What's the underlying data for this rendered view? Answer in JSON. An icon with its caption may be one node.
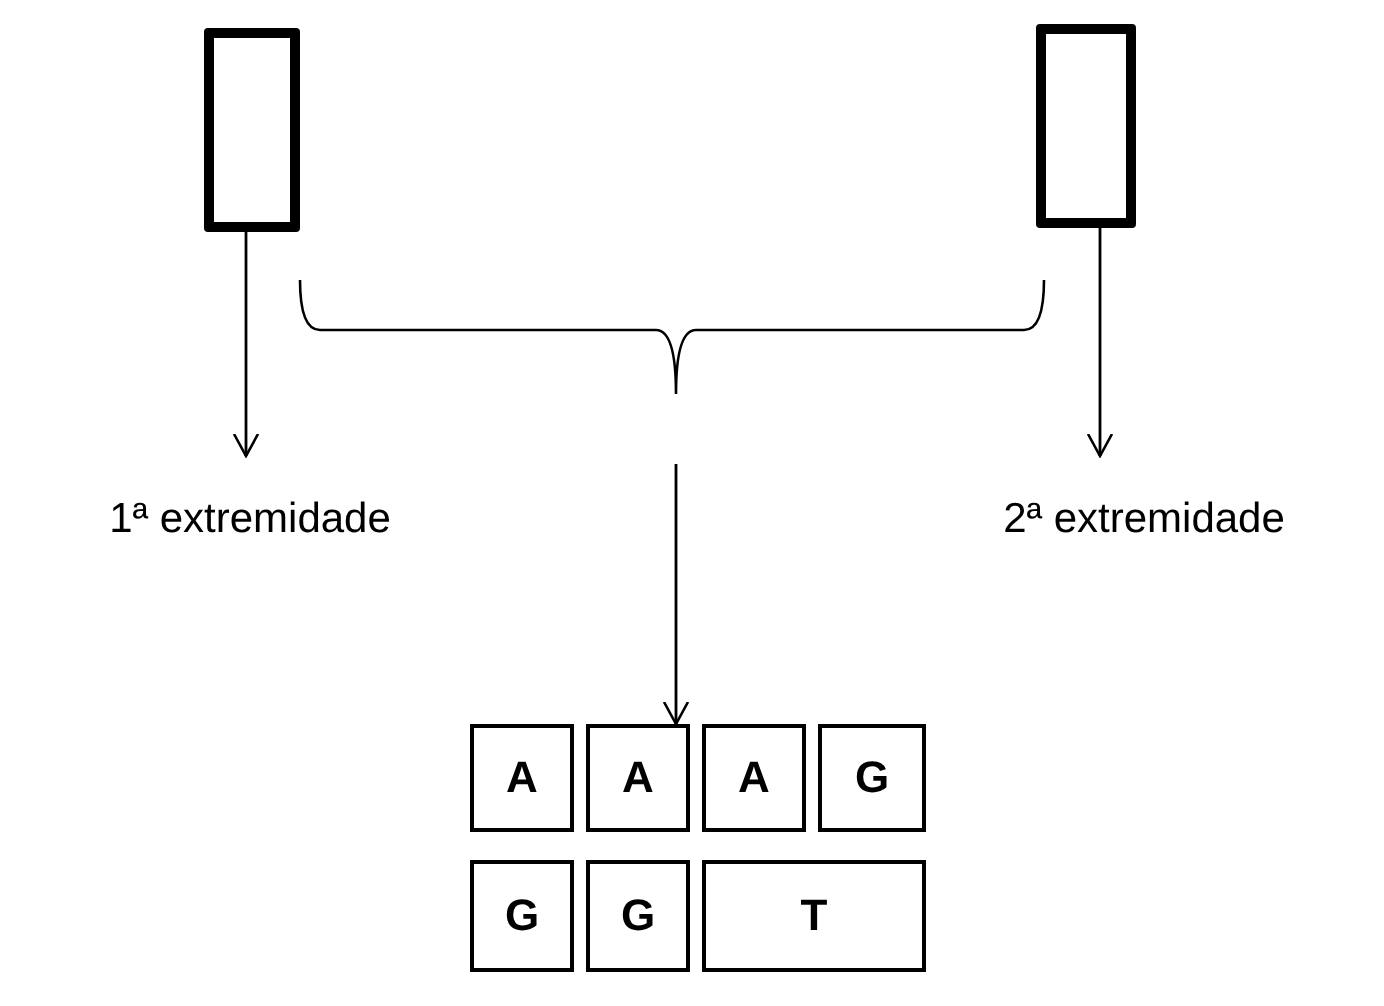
{
  "diagram": {
    "nodes": [
      {
        "text": [],
        "shape": "box"
      },
      {
        "text": [],
        "shape": "box"
      },
      {
        "text": [
          "1ª extremidade"
        ]
      },
      {
        "text": [
          "2ª extremidade"
        ]
      },
      {
        "text": [
          "A"
        ]
      },
      {
        "text": [
          "A"
        ]
      },
      {
        "text": [
          "A"
        ]
      },
      {
        "text": [
          "G"
        ]
      },
      {
        "text": [
          "G"
        ]
      },
      {
        "text": [
          "G"
        ]
      },
      {
        "text": [
          "T"
        ]
      }
    ],
    "edges": [
      {
        "from": 0,
        "to": 2,
        "arrow": "to"
      },
      {
        "from": 1,
        "to": 3,
        "arrow": "to"
      },
      {
        "from": null,
        "to": 5,
        "arrow": "to"
      }
    ]
  }
}
